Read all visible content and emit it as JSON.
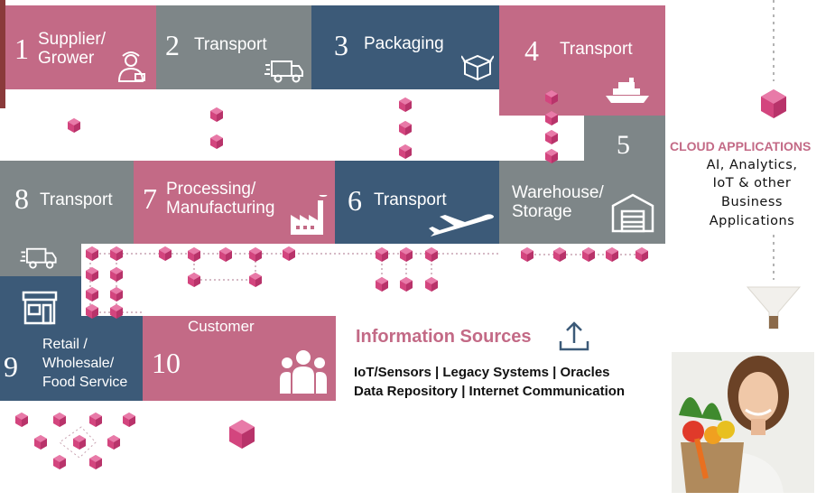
{
  "steps": [
    {
      "num": "1",
      "label": "Supplier/\nGrower",
      "icon": "farmer-icon"
    },
    {
      "num": "2",
      "label": "Transport",
      "icon": "delivery-truck-icon"
    },
    {
      "num": "3",
      "label": "Packaging",
      "icon": "open-box-icon"
    },
    {
      "num": "4",
      "label": "Transport",
      "icon": "cruise-ship-icon"
    },
    {
      "num": "5",
      "label": "Warehouse/\nStorage",
      "icon": "warehouse-icon"
    },
    {
      "num": "6",
      "label": "Transport",
      "icon": "airplane-icon"
    },
    {
      "num": "7",
      "label": "Processing/\nManufacturing",
      "icon": "factory-icon"
    },
    {
      "num": "8",
      "label": "Transport",
      "icon": "delivery-truck-icon"
    },
    {
      "num": "9",
      "label": "Retail /\nWholesale/\nFood Service",
      "icon": "storefront-icon"
    },
    {
      "num": "10",
      "label": "Customer",
      "icon": "people-group-icon"
    }
  ],
  "cloud": {
    "title": "CLOUD APPLICATIONS",
    "lines": [
      "AI, Analytics,",
      "IoT & other",
      "Business",
      "Applications"
    ]
  },
  "info": {
    "title": "Information Sources",
    "icon": "upload-arrow-icon",
    "lines": [
      "IoT/Sensors | Legacy Systems | Oracles",
      "Data Repository | Internet Communication"
    ]
  },
  "colors": {
    "pink": "#c36a86",
    "gray": "#7e8688",
    "navy": "#3c5a78",
    "cube": "#d3457e"
  }
}
